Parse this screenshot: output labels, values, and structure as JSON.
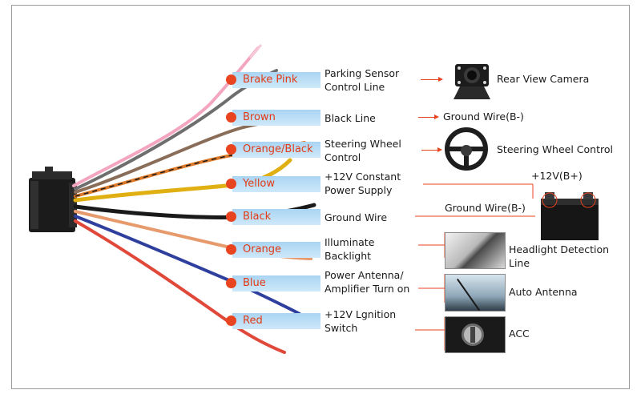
{
  "wires": [
    {
      "id": "brake",
      "tag": "Brake Pink",
      "description": "Parking Sensor Control Line",
      "color": "#f4a6c0"
    },
    {
      "id": "brown",
      "tag": "Brown",
      "description": "Black Line",
      "color": "#8a6d58"
    },
    {
      "id": "orange_black",
      "tag": "Orange/Black",
      "description": "Steering Wheel Control",
      "color": "#dd7a2a"
    },
    {
      "id": "yellow",
      "tag": "Yellow",
      "description": "+12V Constant Power Supply",
      "color": "#e0b012"
    },
    {
      "id": "black",
      "tag": "Black",
      "description": "Ground Wire",
      "color": "#1a1a1a"
    },
    {
      "id": "orange",
      "tag": "Orange",
      "description": "Illuminate Backlight",
      "color": "#e79a6c"
    },
    {
      "id": "blue",
      "tag": "Blue",
      "description": "Power Antenna/ Amplifier Turn on",
      "color": "#2f3f9e"
    },
    {
      "id": "red",
      "tag": "Red",
      "description": "+12V Lgnition Switch",
      "color": "#e0483a"
    }
  ],
  "destinations": {
    "rear_camera": "Rear View Camera",
    "ground_brown": "Ground Wire(B-)",
    "steering": "Steering Wheel Control",
    "plus12": "+12V(B+)",
    "ground_black": "Ground Wire(B-)",
    "headlight": "Headlight Detection Line",
    "antenna": "Auto Antenna",
    "acc": "ACC"
  },
  "colors": {
    "accent": "#e8441f",
    "tag_bg": "#b6dbf5",
    "tag_text": "#e23a16"
  }
}
